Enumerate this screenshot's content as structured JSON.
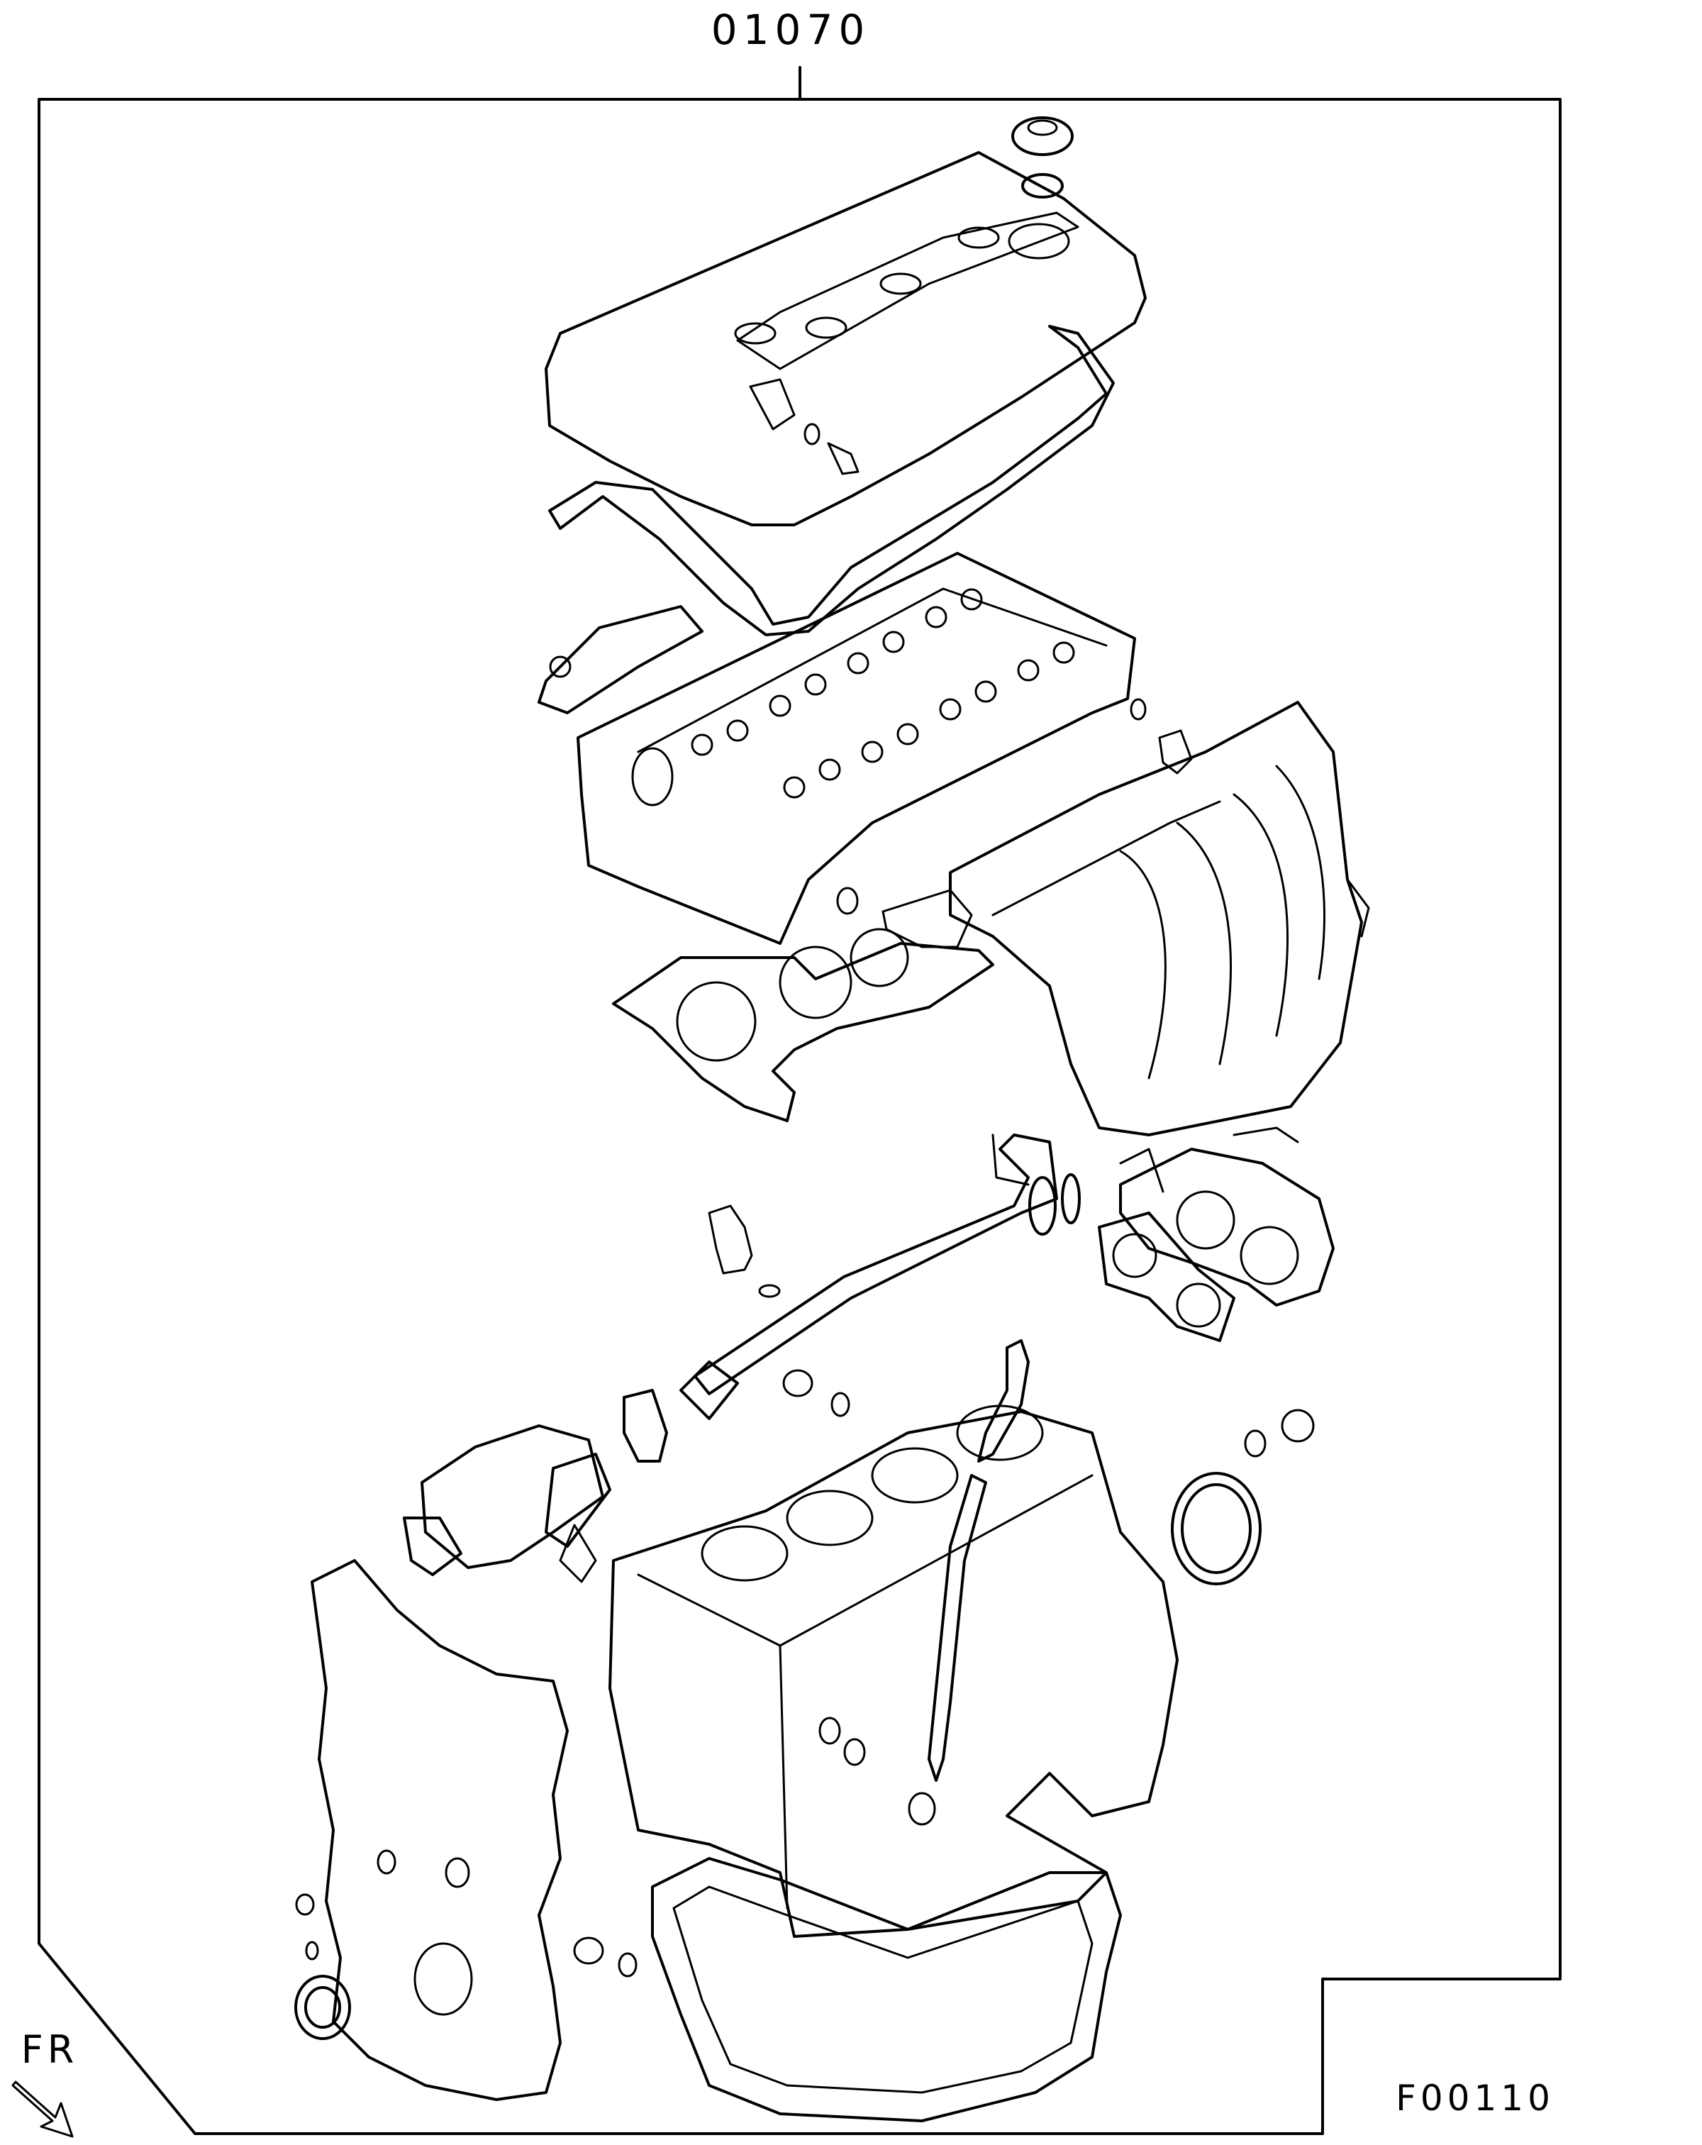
{
  "diagram": {
    "part_number": "01070",
    "figure_code": "F00110",
    "direction_label": "FR",
    "icons": [
      "front-direction-arrow-icon"
    ]
  }
}
